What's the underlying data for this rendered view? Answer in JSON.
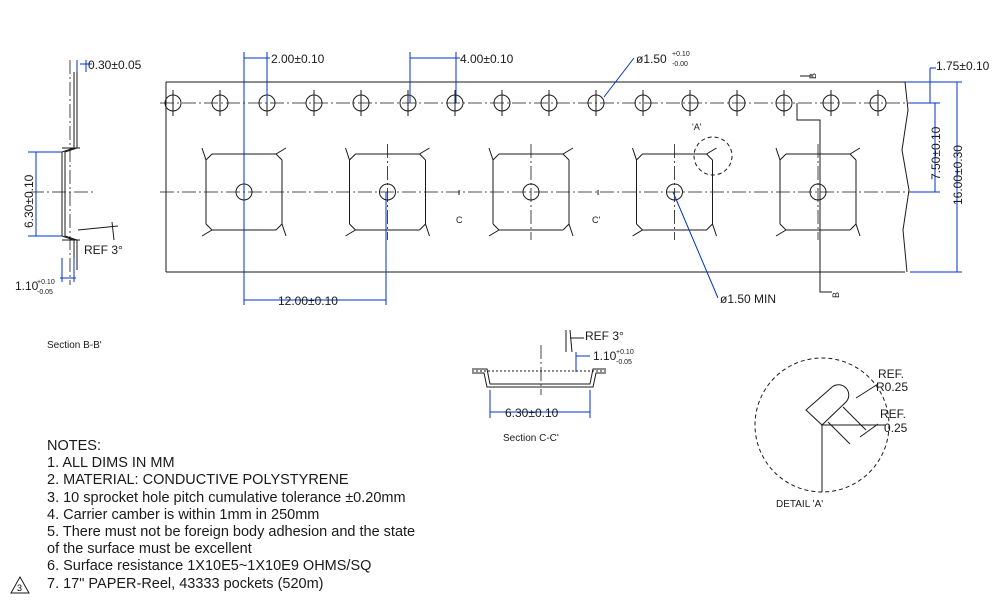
{
  "dimensions": {
    "thickness": "0.30±0.05",
    "pocket_depth_side": "6.30±0.10",
    "ref_angle": "REF  3°",
    "depth_label_main": "1.10",
    "depth_label_sup": "+0.10",
    "depth_label_sub": "-0.05",
    "sprocket_to_pocket": "2.00±0.10",
    "sprocket_pitch": "4.00±0.10",
    "hole_dia_main": "ø1.50",
    "hole_dia_sup": "+0.10",
    "hole_dia_sub": "-0.00",
    "edge_to_hole": "1.75±0.10",
    "hole_to_center": "7.50±0.10",
    "tape_width": "16.00±0.30",
    "pocket_pitch": "12.00±0.10",
    "pocket_hole_min": "ø1.50  MIN",
    "pocket_width_section": "6.30±0.10",
    "ref_angle_c": "REF  3°",
    "detail_ref_radius_1": "REF.",
    "detail_ref_radius_2": "R0.25",
    "detail_ref_chamfer_1": "REF.",
    "detail_ref_chamfer_2": "0.25"
  },
  "labels": {
    "section_b_top": "B",
    "section_b_bottom": "B",
    "detail_marker": "'A'",
    "section_c_left": "C",
    "section_c_right": "C'",
    "section_bb_caption": "Section B-B'",
    "section_cc_caption": "Section C-C'",
    "detail_caption": "DETAIL 'A'"
  },
  "notes": {
    "title": "NOTES:",
    "items": [
      "1. ALL DIMS IN MM",
      "2. MATERIAL: CONDUCTIVE POLYSTYRENE",
      "3. 10 sprocket hole pitch cumulative tolerance ±0.20mm",
      "4. Carrier camber is within 1mm in 250mm",
      "5. There must not be foreign body adhesion and the state",
      "of the surface must be excellent",
      "6. Surface resistance 1X10E5~1X10E9 OHMS/SQ",
      "7. 17\" PAPER-Reel, 43333 pockets (520m)"
    ],
    "revision_mark": "3"
  },
  "colors": {
    "dimension_line": "#0033cc",
    "outline": "#1a1a1a"
  }
}
